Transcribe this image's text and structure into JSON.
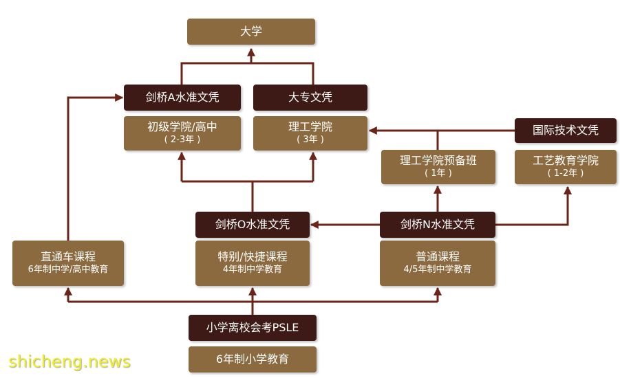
{
  "nodes": {
    "university": "大学",
    "a_level": "剑桥A水准文凭",
    "diploma": "大专文凭",
    "jc_main": "初级学院/高中",
    "jc_sub": "( 2-3年 )",
    "poly_main": "理工学院",
    "poly_sub": "( 3年 )",
    "intl_cert": "国际技术文凭",
    "poly_prep_main": "理工学院预备班",
    "poly_prep_sub": "( 1年 )",
    "ite_main": "工艺教育学院",
    "ite_sub": "( 1-2年 )",
    "o_level": "剑桥O水准文凭",
    "n_level": "剑桥N水准文凭",
    "ip_main": "直通车课程",
    "ip_sub": "6年制中学/高中教育",
    "express_main": "特别/快捷课程",
    "express_sub": "4年制中学教育",
    "normal_main": "普通课程",
    "normal_sub": "4/5年制中学教育",
    "psle": "小学离校会考PSLE",
    "primary": "6年制小学教育"
  },
  "watermark": "shicheng.news",
  "colors": {
    "tan_box": "#8b6a3f",
    "dark_box": "#3d1a15",
    "arrow": "#6b2418",
    "watermark": "#f1ef24"
  }
}
